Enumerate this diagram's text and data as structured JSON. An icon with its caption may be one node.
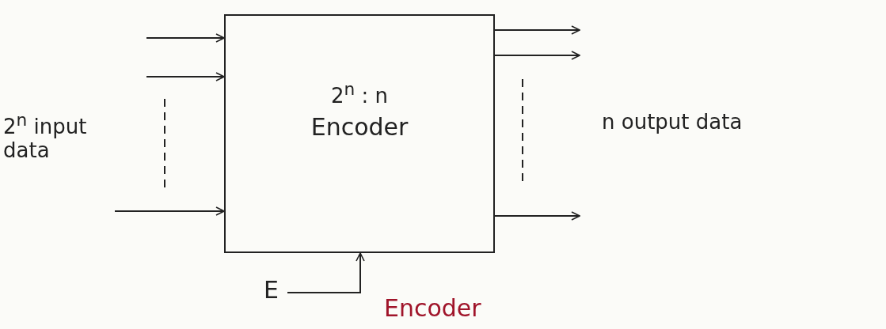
{
  "diagram": {
    "caption": "Encoder",
    "nodes": [
      {
        "text": [
          "2$^{n}$ : n",
          "Encoder"
        ]
      },
      {
        "text": [
          "E"
        ]
      }
    ],
    "edges": [
      {
        "from": null,
        "to": 0,
        "arrow": "to"
      },
      {
        "from": null,
        "to": 0,
        "arrow": "to"
      },
      {
        "from": null,
        "to": 0,
        "arrow": "to"
      },
      {
        "from": 0,
        "to": null,
        "arrow": "to"
      },
      {
        "from": 0,
        "to": null,
        "arrow": "to"
      },
      {
        "from": 0,
        "to": null,
        "arrow": "to"
      },
      {
        "from": 1,
        "to": 0,
        "arrow": "to"
      }
    ],
    "labels": [
      "2$^{n}$ input data",
      "n output data"
    ]
  }
}
